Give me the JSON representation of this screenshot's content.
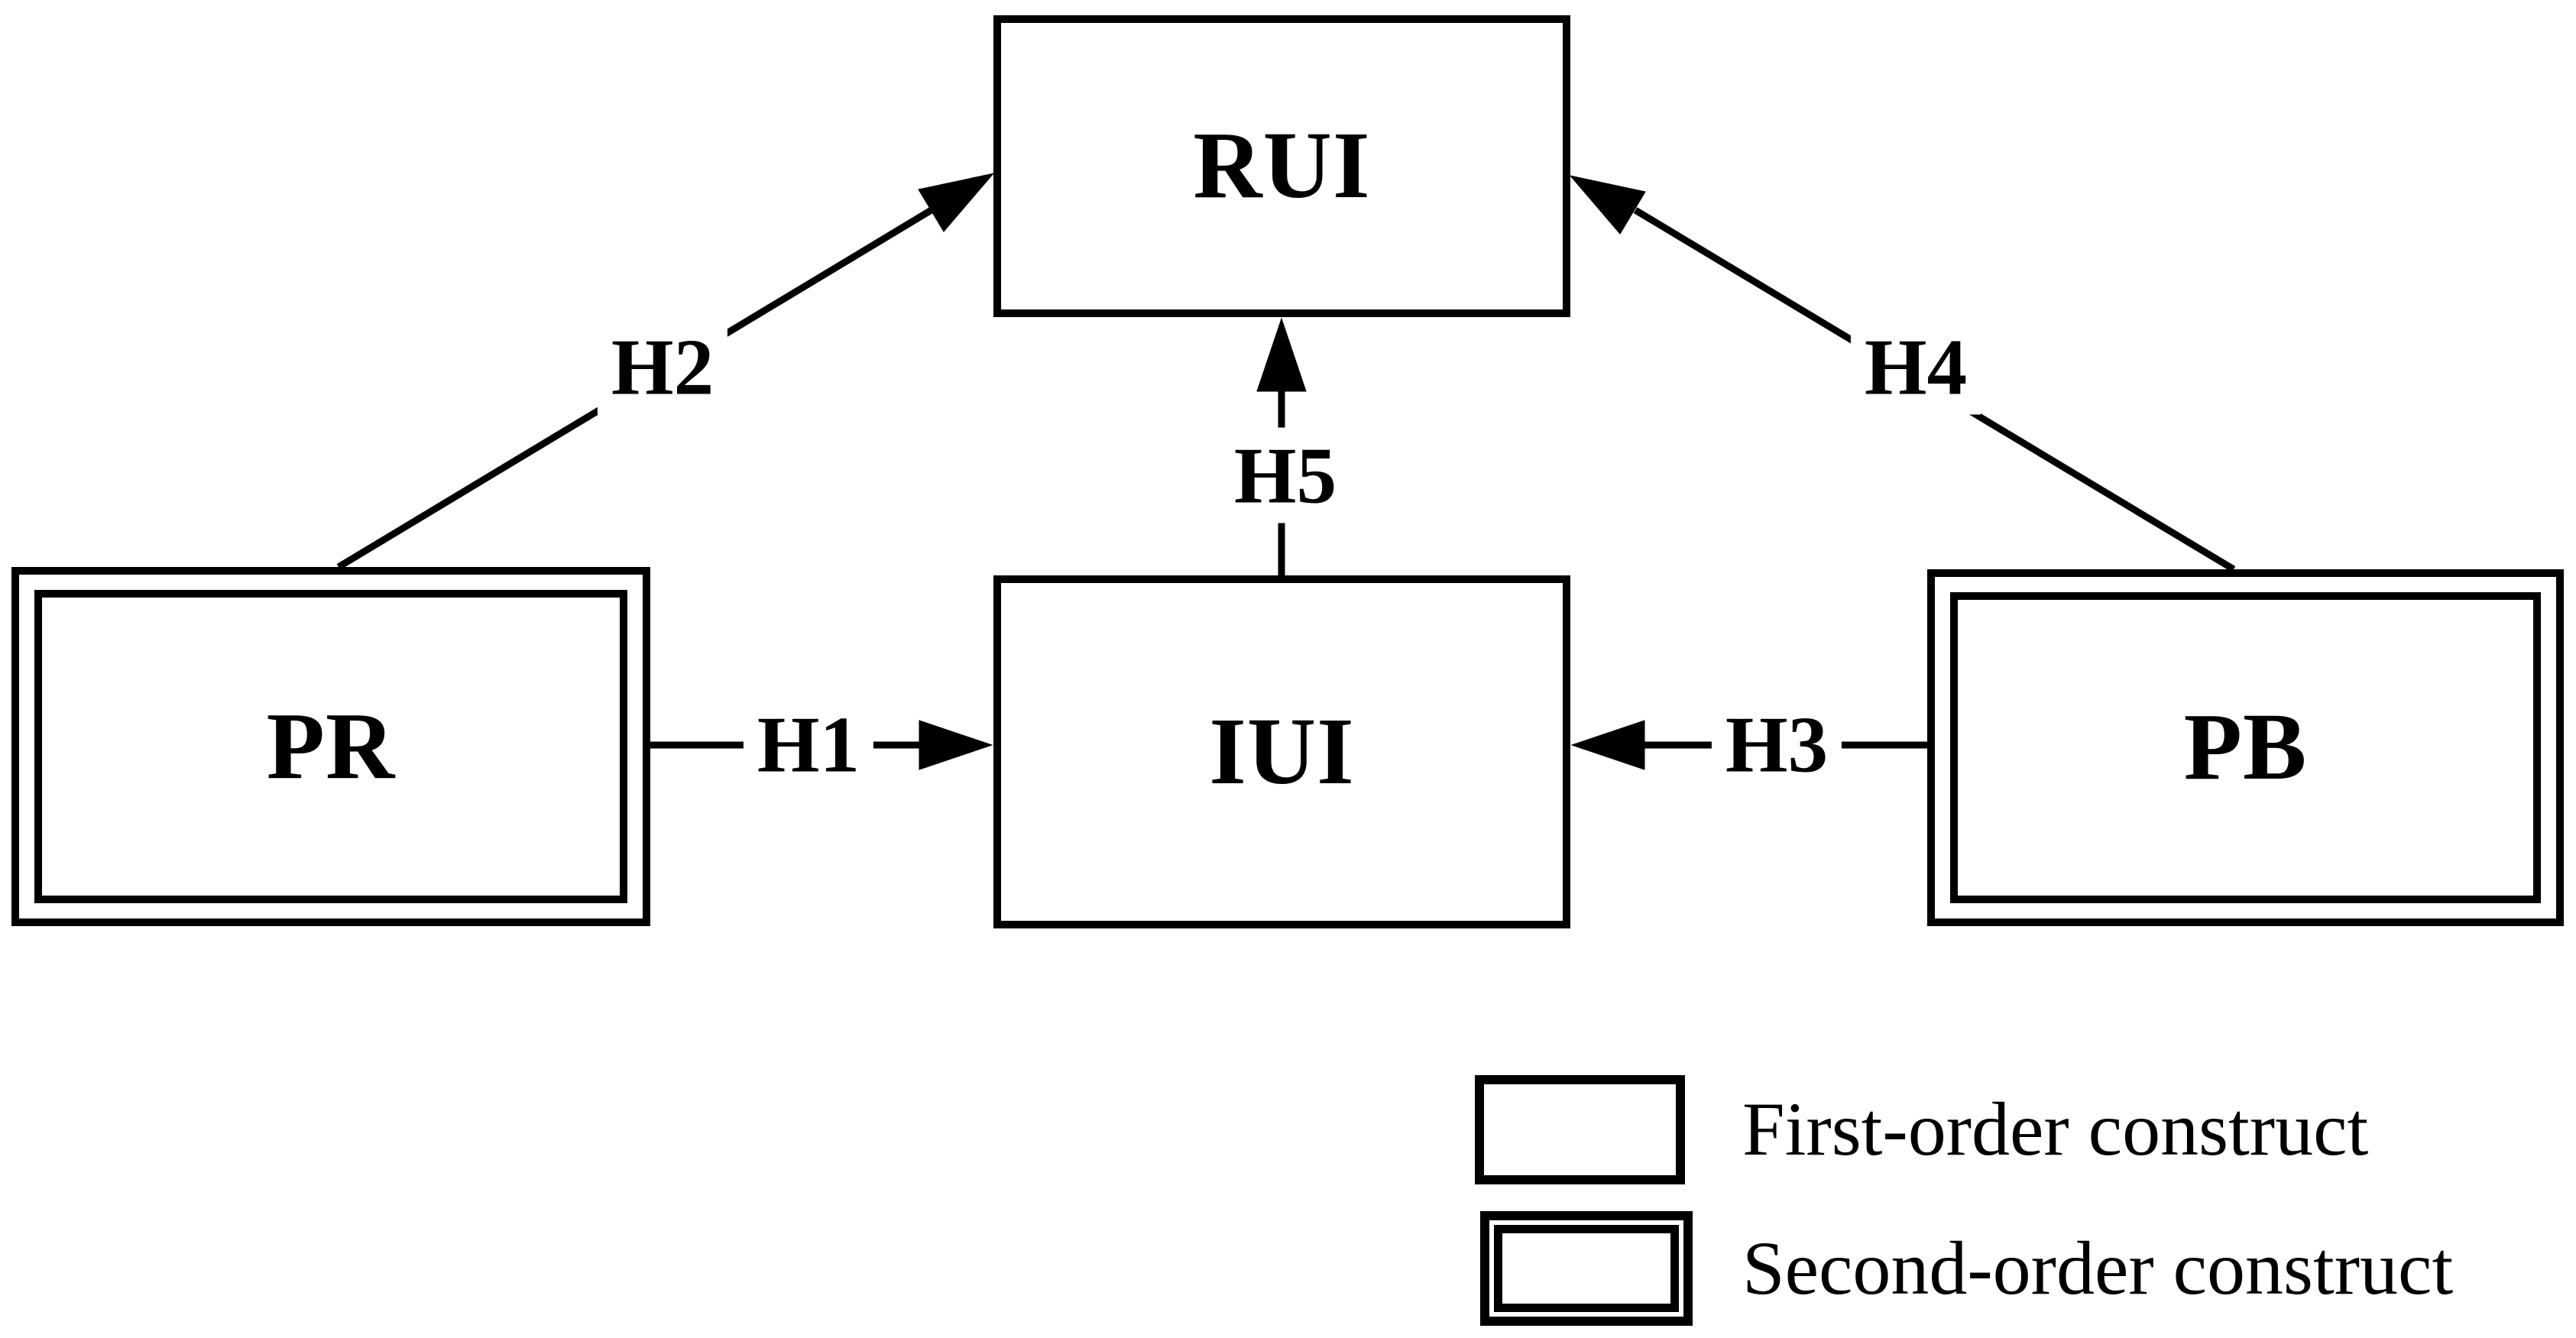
{
  "figure": {
    "type": "path-diagram",
    "colors": {
      "ink": "#000000",
      "paper": "#ffffff"
    },
    "nodes": [
      {
        "id": "RUI",
        "label": "RUI",
        "construct_order": "first-order"
      },
      {
        "id": "PR",
        "label": "PR",
        "construct_order": "second-order"
      },
      {
        "id": "IUI",
        "label": "IUI",
        "construct_order": "first-order"
      },
      {
        "id": "PB",
        "label": "PB",
        "construct_order": "second-order"
      }
    ],
    "edges": [
      {
        "id": "H1",
        "label": "H1",
        "from": "PR",
        "to": "IUI"
      },
      {
        "id": "H2",
        "label": "H2",
        "from": "PR",
        "to": "RUI"
      },
      {
        "id": "H3",
        "label": "H3",
        "from": "PB",
        "to": "IUI"
      },
      {
        "id": "H4",
        "label": "H4",
        "from": "PB",
        "to": "RUI"
      },
      {
        "id": "H5",
        "label": "H5",
        "from": "IUI",
        "to": "RUI"
      }
    ],
    "legend": [
      {
        "swatch": "single-border-box",
        "label": "First-order construct"
      },
      {
        "swatch": "double-border-box",
        "label": "Second-order construct"
      }
    ]
  }
}
